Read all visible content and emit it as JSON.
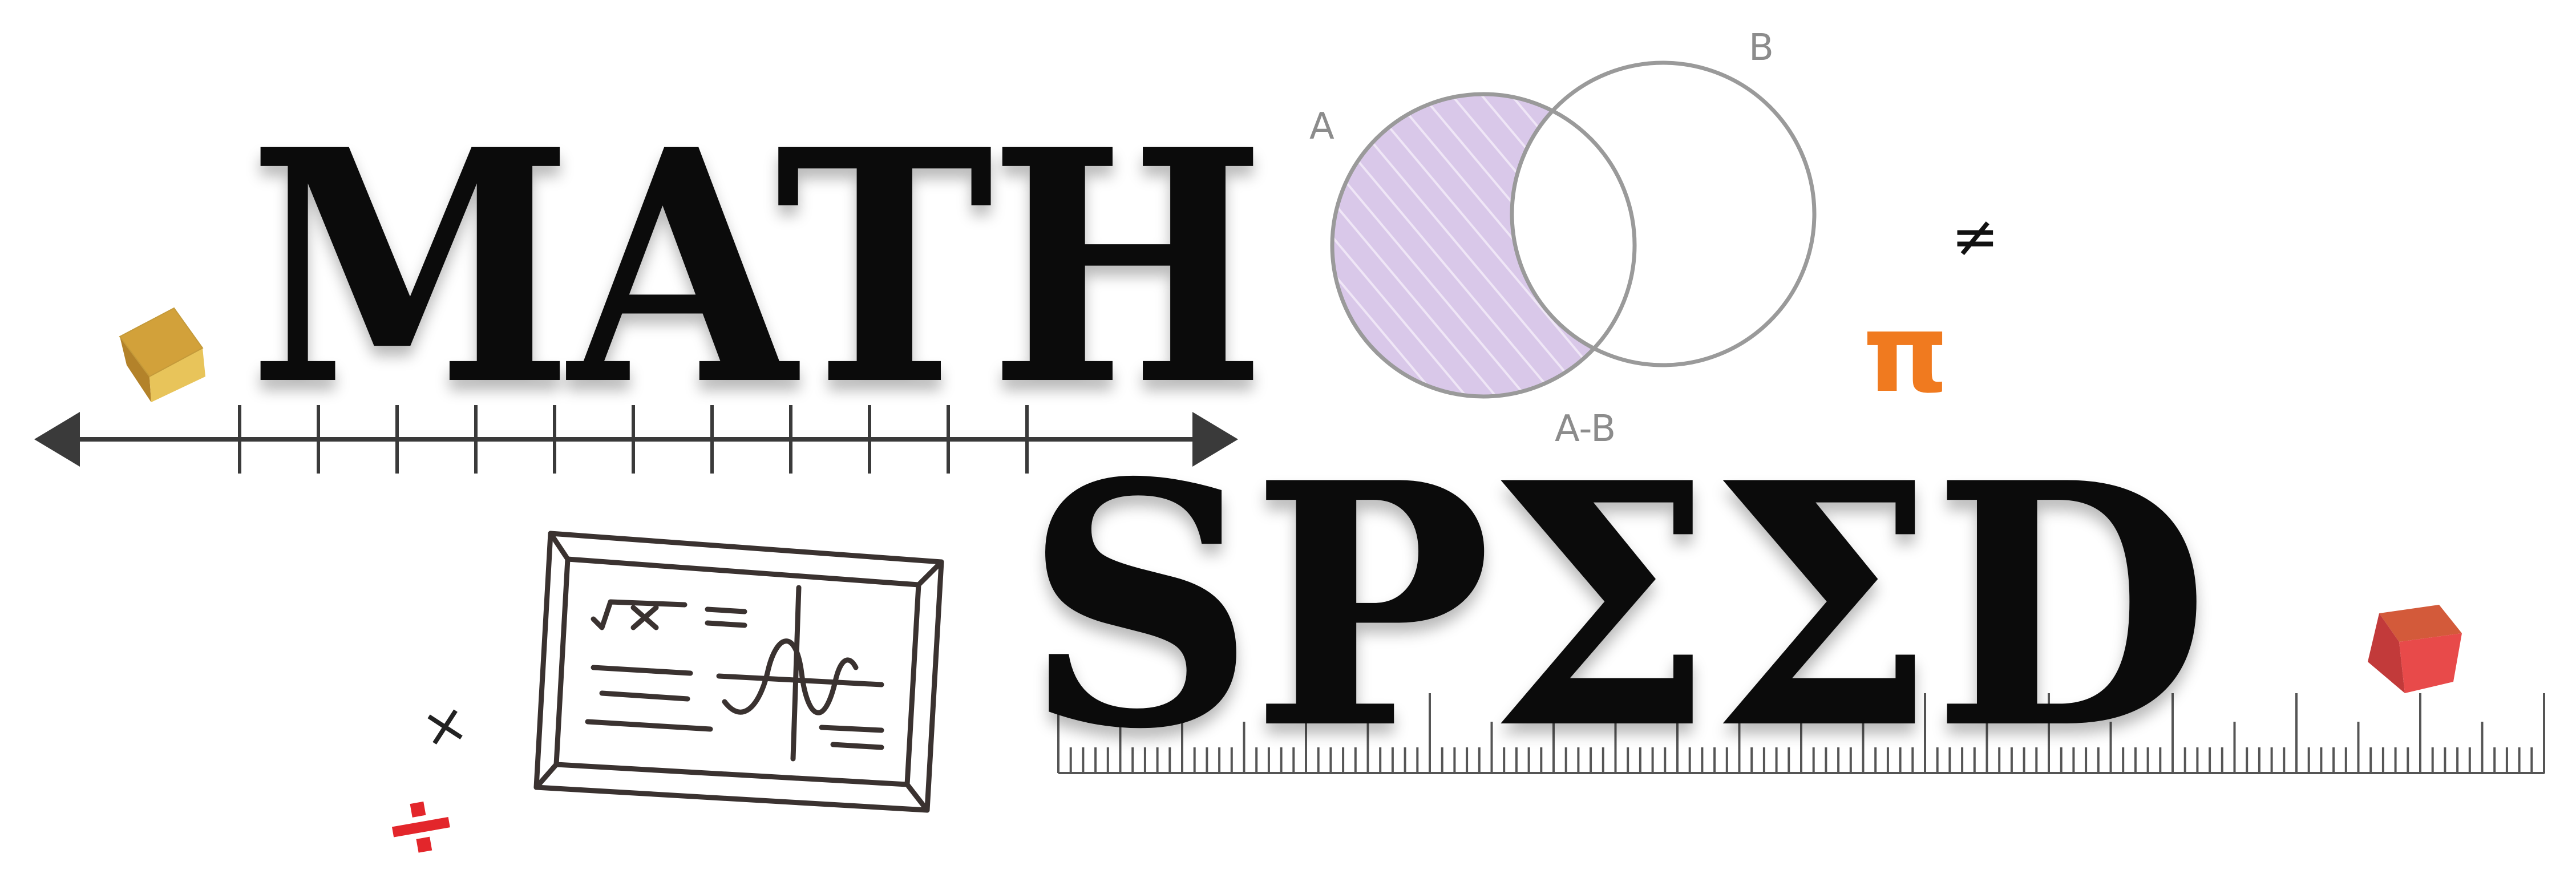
{
  "title": {
    "line1": "MATH",
    "line2": "SPΣΣD"
  },
  "venn": {
    "label_a": "A",
    "label_b": "B",
    "label_diff": "A-B",
    "fill_color": "#d9c8e9",
    "stroke_color": "#9a9a9a"
  },
  "symbols": {
    "not_equal": "≠",
    "pi": "π",
    "times": "×",
    "divide": "÷"
  },
  "colors": {
    "text": "#0b0b0b",
    "pi": "#f07a1f",
    "divide": "#e3262b",
    "cube_yellow": "#e3b94a",
    "cube_red": "#e0494a",
    "line": "#3a3a3a",
    "board": "#3a3230"
  },
  "icons": [
    "number-line-icon",
    "ruler-icon",
    "venn-diagram-icon",
    "chalkboard-graph-icon",
    "yellow-cube-icon",
    "red-cube-icon"
  ]
}
